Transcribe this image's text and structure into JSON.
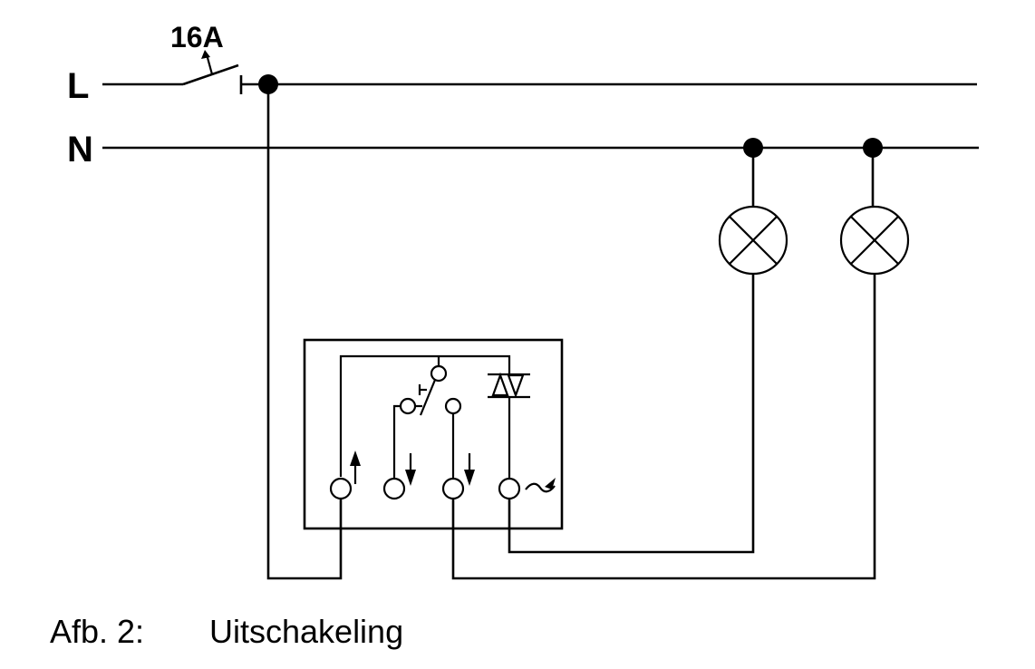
{
  "labels": {
    "line": "L",
    "neutral": "N",
    "breaker_rating": "16A"
  },
  "components": {
    "breaker": "circuit-breaker",
    "switch_module": "electronic-switch-insert",
    "contact": "push-button-contact",
    "triac": "triac",
    "terminals": [
      "input-up-arrow",
      "output-down-arrow",
      "output-down-arrow",
      "load-dimmer"
    ],
    "lamps": [
      "lamp-1",
      "lamp-2"
    ]
  },
  "caption": {
    "figure": "Afb. 2:",
    "title": "Uitschakeling"
  },
  "colors": {
    "ink": "#000000",
    "background": "#ffffff"
  }
}
